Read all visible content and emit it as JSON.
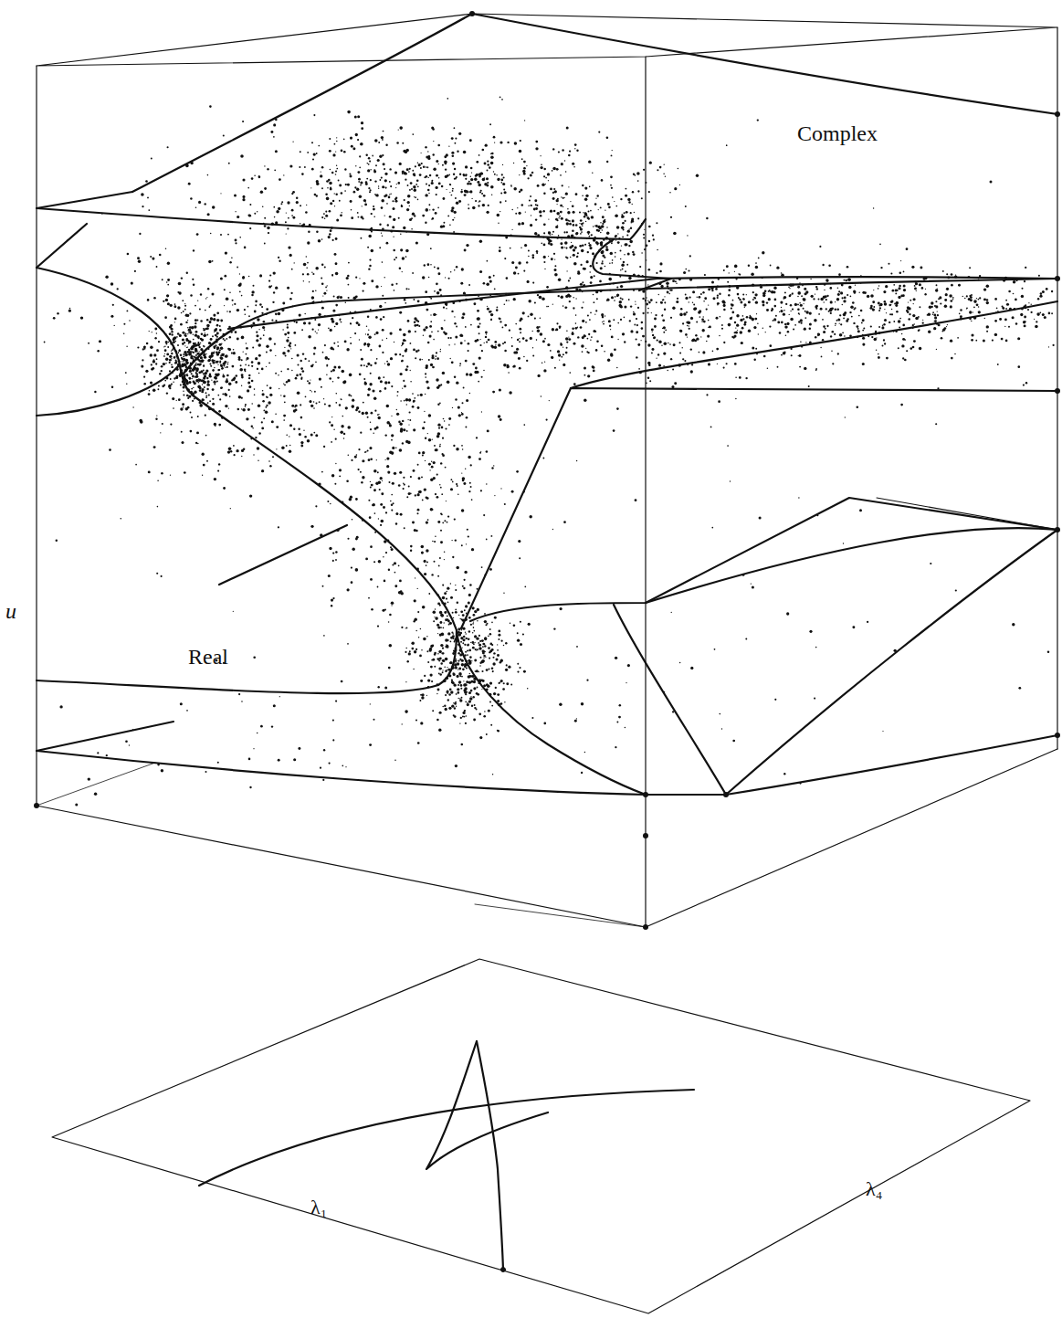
{
  "diagram": {
    "labels": [
      "Complex",
      "Real",
      "u",
      "λ₁",
      "λ₄"
    ]
  }
}
